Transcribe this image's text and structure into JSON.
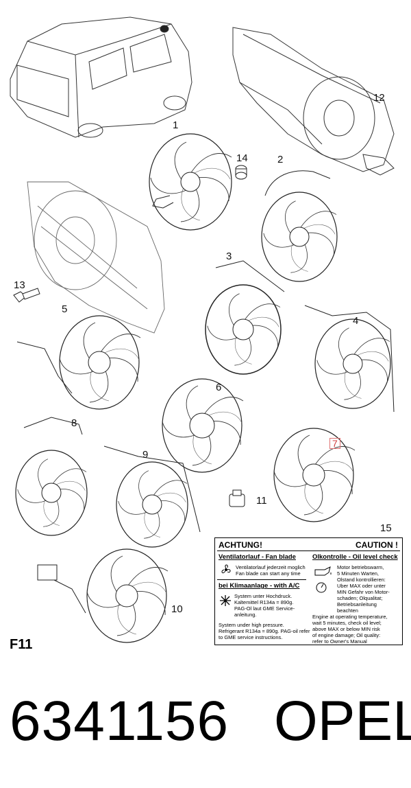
{
  "callouts": {
    "n1": "1",
    "n2": "2",
    "n3": "3",
    "n4": "4",
    "n5": "5",
    "n6": "6",
    "n7": "7",
    "n8": "8",
    "n9": "9",
    "n10": "10",
    "n11": "11",
    "n12": "12",
    "n13": "13",
    "n14": "14",
    "n15": "15"
  },
  "highlight_color": "#e07070",
  "figure_code": "F11",
  "warning_label": {
    "achtung": "ACHTUNG!",
    "caution": "CAUTION !",
    "fan_heading": "Ventilatorlauf - Fan blade",
    "fan_text": "Ventilatorlauf jederzeit moglich\nFan blade can start any time",
    "ac_heading": "bei Klimaanlage - with A/C",
    "ac_text_de": "System unter Hochdruck.\nKaltemittel R134a = 890g.\nPAG-Ol laut GME Service-\nanleitung.",
    "ac_text_en": "System under high pressure.\nRefrigerant R134a = 890g. PAG-oil refer\nto GME service instructions.",
    "oil_heading": "Olkontrolle - Oil level check",
    "oil_text_de": "Motor betriebswarm,\n5 Minuten Warten,\nOlstand kontrollieren:\nUber MAX oder unter\nMIN Gefahr von Motor-\nschaden; Olqualitat;\nBetriebsanleitung\nbeachten",
    "oil_text_en": "Engine at operating temperature,\nwait 5 minutes, check oil level;\nabove MAX or below MIN risk\nof engine damage; Oil quality:\nrefer to Owner's Manual",
    "icons": [
      "fan-icon",
      "snowflake-icon",
      "oil-can-icon",
      "clock-icon"
    ]
  },
  "part_number": "6341156",
  "brand": "OPEL"
}
